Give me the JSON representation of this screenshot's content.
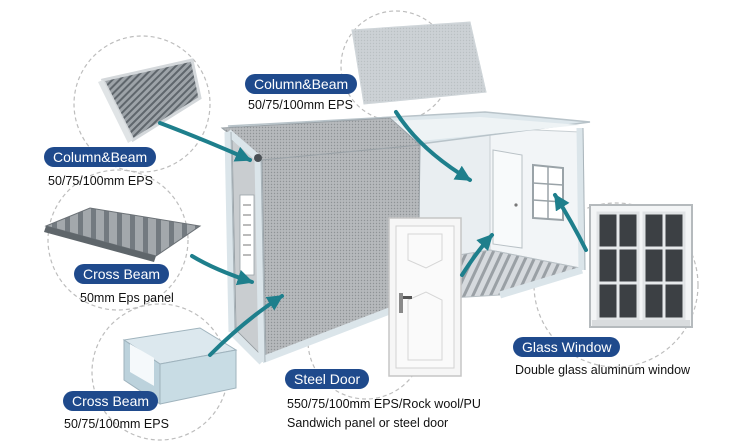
{
  "callouts": {
    "column_beam_left": {
      "label": "Column&Beam",
      "spec": "50/75/100mm EPS"
    },
    "column_beam_top": {
      "label": "Column&Beam",
      "spec": "50/75/100mm EPS"
    },
    "cross_beam_panel": {
      "label": "Cross Beam",
      "spec": "50mm Eps panel"
    },
    "cross_beam_tube": {
      "label": "Cross Beam",
      "spec": "50/75/100mm EPS"
    },
    "steel_door": {
      "label": "Steel Door",
      "spec_line1": "550/75/100mm EPS/Rock wool/PU",
      "spec_line2": "Sandwich panel or steel door"
    },
    "glass_window": {
      "label": "Glass Window",
      "spec": "Double glass aluminum window"
    }
  },
  "colors": {
    "label_bg": "#1f4a8c",
    "arrow": "#1e7f8c",
    "panel_gray": "#b4b7ba",
    "frame_light": "#e8eef1"
  }
}
